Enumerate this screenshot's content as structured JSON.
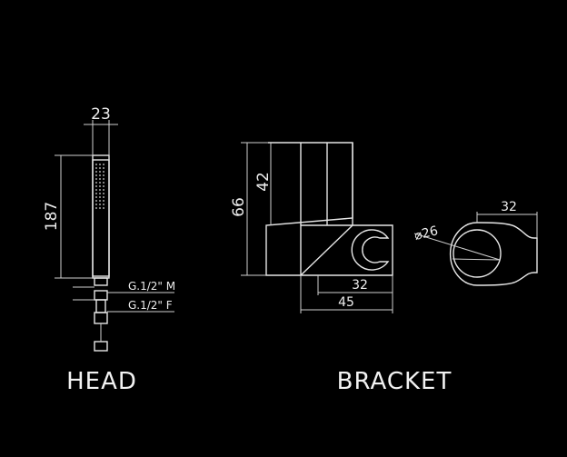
{
  "head": {
    "title": "HEAD",
    "width_dim": "23",
    "height_dim": "187",
    "thread_male": "G.1/2\" M",
    "thread_female": "G.1/2\" F"
  },
  "bracket": {
    "title": "BRACKET",
    "height_dim": "66",
    "upper_dim": "42",
    "inner_width_dim": "32",
    "outer_width_dim": "45",
    "top_view_width_dim": "32",
    "diameter_dim": "⌀26"
  }
}
